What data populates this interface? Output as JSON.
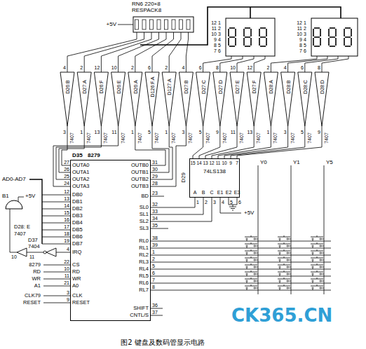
{
  "diagram": {
    "caption": "图2 键盘及数码管显示电路",
    "nodes": [
      {
        "text": [
          "RN6 220×8",
          "RESPACK8"
        ]
      },
      {
        "text": [
          "D35",
          "8279"
        ]
      },
      {
        "text": [
          "D29",
          "74LS138"
        ]
      }
    ],
    "edges": [
      {
        "from": 1,
        "to": 2,
        "arrow": "none"
      }
    ],
    "labels": [
      "+5V",
      "12",
      "11",
      "10",
      "9",
      "8",
      "7",
      "1",
      "2",
      "3",
      "4",
      "5",
      "6",
      "12",
      "11",
      "10",
      "9",
      "8",
      "7",
      "1",
      "2",
      "3",
      "4",
      "5",
      "6",
      "D26:B",
      "D27:A",
      "D26:F",
      "D26:E",
      "D26:A",
      "D126:F.A",
      "D127:A",
      "D27:B",
      "D27:C",
      "D27:D",
      "D27:E",
      "D27:F",
      "D28:A",
      "D28:B",
      "D28:C",
      "D28:D",
      "4",
      "2",
      "12",
      "10",
      "2",
      "6",
      "2",
      "4",
      "6",
      "8",
      "10",
      "12",
      "2",
      "4",
      "6",
      "8",
      "3",
      "1",
      "13",
      "11",
      "1",
      "5",
      "1",
      "3",
      "5",
      "9",
      "11",
      "13",
      "1",
      "3",
      "5",
      "9",
      "7407",
      "7407",
      "7407",
      "7407",
      "7407",
      "7407",
      "7407",
      "7407",
      "7407",
      "7407",
      "7407",
      "7407",
      "7407",
      "7407",
      "7407",
      "7407",
      "27",
      "26",
      "25",
      "24",
      "12",
      "13",
      "14",
      "15",
      "16",
      "17",
      "18",
      "19",
      "4",
      "22",
      "10",
      "11",
      "21",
      "3",
      "9",
      "OUTA0",
      "OUTA1",
      "OUTA2",
      "OUTA3",
      "DB0",
      "DB1",
      "DB2",
      "DB3",
      "DB4",
      "DB5",
      "DB6",
      "DB7",
      "IRQ",
      "CS",
      "RD",
      "WR",
      "A0",
      "CLK",
      "RESET",
      "31",
      "30",
      "29",
      "28",
      "23",
      "32",
      "33",
      "34",
      "35",
      "38",
      "39",
      "1",
      "2",
      "5",
      "6",
      "7",
      "8",
      "36",
      "37",
      "OUTB0",
      "OUTB1",
      "OUTB2",
      "OUTB3",
      "BD",
      "SL0",
      "SL1",
      "SL2",
      "SL3",
      "RL0",
      "RL1",
      "RL2",
      "RL3",
      "RL4",
      "RL5",
      "RL6",
      "RL7",
      "SHIFT",
      "CNTL/S",
      "AD0-AD7",
      "B1",
      "+5V",
      "D28: E",
      "7407",
      "10",
      "11",
      "D37",
      "7404",
      "8279",
      "RD",
      "WR",
      "A1",
      "CLK79",
      "RESET",
      "15",
      "14",
      "13",
      "12",
      "11",
      "10",
      "9",
      "7",
      "A",
      "B",
      "C",
      "E1",
      "E2",
      "E3",
      "1",
      "2",
      "3",
      "4",
      "5",
      "6",
      "+5V",
      "Y0",
      "Y1",
      "Y5",
      "CK365.CN"
    ]
  }
}
